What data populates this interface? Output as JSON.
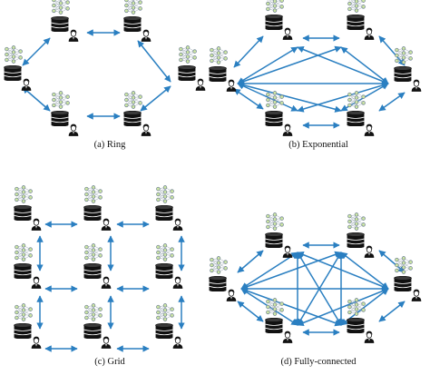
{
  "colors": {
    "edge": "#2a7fc1",
    "db": "#111111",
    "person": "#111111",
    "net_node": "#6b7d8f",
    "net_fill": "#cde6a4"
  },
  "icons": {
    "network": "neural-network-icon",
    "database": "database-icon",
    "user": "user-icon"
  },
  "panels": [
    {
      "id": "ring",
      "caption": "(a) Ring"
    },
    {
      "id": "exponential",
      "caption": "(b) Exponential"
    },
    {
      "id": "grid",
      "caption": "(c) Grid"
    },
    {
      "id": "fully-connected",
      "caption": "(d) Fully-connected"
    }
  ]
}
